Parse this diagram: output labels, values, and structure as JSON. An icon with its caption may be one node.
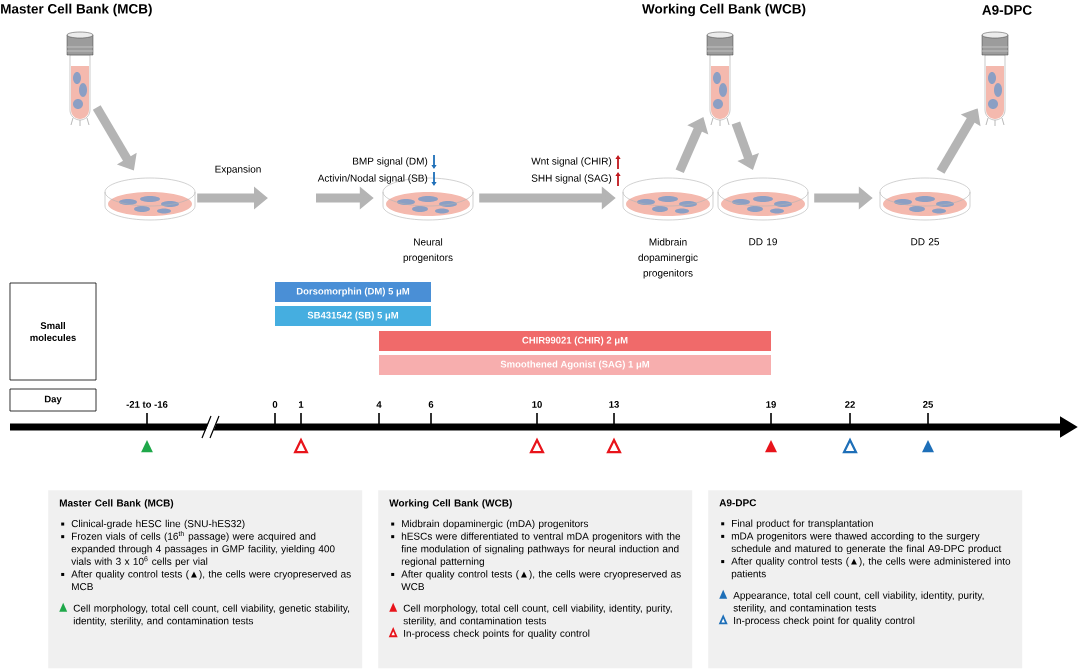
{
  "diagram": {
    "nodes": [
      {
        "text": [
          "Master Cell Bank (MCB)"
        ]
      },
      {
        "text": [
          "Working Cell Bank (WCB)"
        ]
      },
      {
        "text": [
          "A9-DPC"
        ]
      },
      {
        "text": [],
        "shape": "picture"
      },
      {
        "text": [
          "Neural progenitors"
        ]
      },
      {
        "text": [
          "Midbrain dopaminergic progenitors"
        ]
      },
      {
        "text": [
          "DD 19"
        ]
      },
      {
        "text": [
          "DD 25"
        ]
      },
      {
        "text": [
          "Small molecules"
        ]
      },
      {
        "text": [
          "Dorsomorphin (DM) 5 μM"
        ]
      },
      {
        "text": [
          "SB431542 (SB) 5 μM"
        ]
      },
      {
        "text": [
          "CHIR99021 (CHIR) 2 μM"
        ]
      },
      {
        "text": [
          "Smoothened Agonist (SAG) 1 μM"
        ]
      },
      {
        "text": [
          "Day"
        ]
      },
      {
        "text": [
          "Master Cell Bank (MCB)",
          "Clinical-grade hESC line (SNU-hES32)",
          "Frozen vials of cells (16$^{th}$ passage) were acquired and expanded through 4 passages in GMP facility, yielding 400 vials with 3 x 10$^{6}$ cells per vial",
          "After quality control tests (▲), the cells were cryopreserved as MCB"
        ]
      },
      {
        "text": [
          "Working Cell Bank (WCB)",
          "Midbrain dopaminergic (mDA) progenitors",
          "hESCs were differentiated to ventral mDA progenitors with the fine modulation of signaling pathways for neural induction and regional patterning",
          "After quality control tests (▲), the cells were cryopreserved as WCB"
        ]
      },
      {
        "text": [
          "A9-DPC",
          "Final product for transplantation",
          "mDA progenitors were thawed according to the surgery schedule and matured to generate the final A9-DPC product",
          "After quality control tests (▲), the cells were administered into patients"
        ]
      }
    ],
    "edges": [
      {
        "from": 0,
        "to": 3,
        "arrow": "to"
      },
      {
        "from": 3,
        "to": null,
        "arrow": "to",
        "label": "Expansion"
      },
      {
        "from": null,
        "to": 4,
        "arrow": "to"
      },
      {
        "from": 4,
        "to": 5,
        "arrow": "to"
      },
      {
        "from": 5,
        "to": 1,
        "arrow": "to"
      },
      {
        "from": 1,
        "to": 6,
        "arrow": "to"
      },
      {
        "from": 6,
        "to": 7,
        "arrow": "to"
      },
      {
        "from": 7,
        "to": 2,
        "arrow": "to"
      }
    ],
    "labels": [
      "BMP signal (DM)",
      "Activin/Nodal signal (SB)",
      "Wnt signal (CHIR)",
      "SHH signal (SAG)",
      "-21 to -16",
      "0",
      "1",
      "4",
      "6",
      "10",
      "13",
      "19",
      "22",
      "25"
    ],
    "legend": [
      {
        "text": "Cell morphology, total cell count, cell viability, genetic stability, identity, sterility, and contamination tests"
      },
      {
        "text": "Cell morphology, total cell count, cell viability, identity, purity, sterility, and contamination tests"
      },
      {
        "text": "In-process check points for quality control"
      },
      {
        "text": "Appearance, total cell count, cell viability, identity, purity, sterility, and contamination tests"
      },
      {
        "text": "In-process check point for quality control"
      }
    ]
  }
}
